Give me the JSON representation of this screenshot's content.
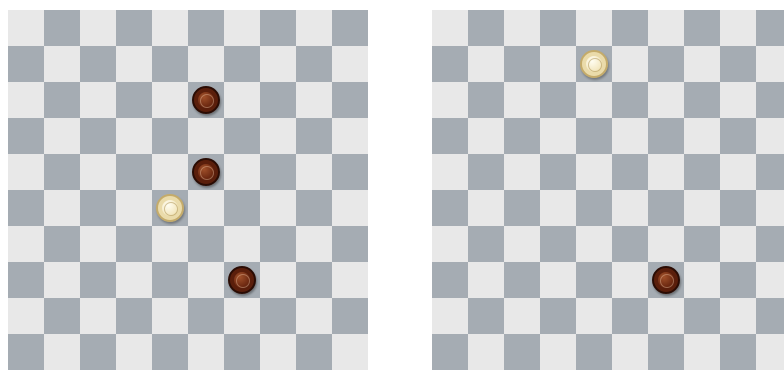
{
  "colors": {
    "light_square": "#e8e8e8",
    "dark_square": "#a5acb3",
    "dark_piece": "#6e2a12",
    "light_piece": "#f3e7bf"
  },
  "boards": [
    {
      "name": "left",
      "size": 10,
      "pieces": [
        {
          "color": "dark",
          "row": 2,
          "col": 5
        },
        {
          "color": "dark",
          "row": 4,
          "col": 5
        },
        {
          "color": "light",
          "row": 5,
          "col": 4
        },
        {
          "color": "dark",
          "row": 7,
          "col": 6
        }
      ]
    },
    {
      "name": "right",
      "size": 10,
      "pieces": [
        {
          "color": "light",
          "row": 1,
          "col": 4
        },
        {
          "color": "dark",
          "row": 7,
          "col": 6
        }
      ]
    }
  ]
}
